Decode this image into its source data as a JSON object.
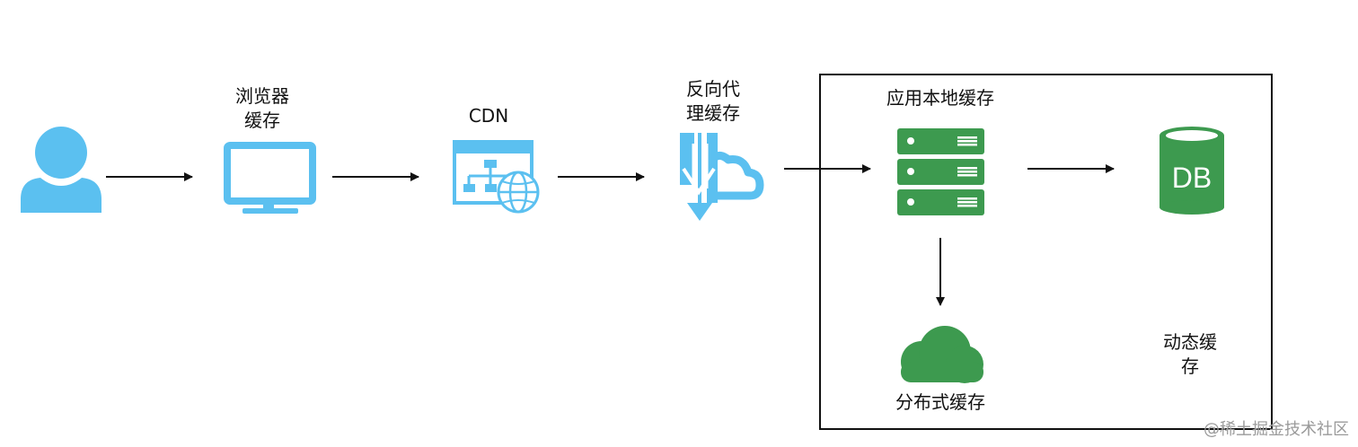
{
  "nodes": {
    "browser_cache": [
      "浏览器",
      "缓存"
    ],
    "cdn": "CDN",
    "reverse_proxy_cache": [
      "反向代",
      "理缓存"
    ],
    "app_local_cache": "应用本地缓存",
    "db": "DB",
    "distributed_cache": "分布式缓存"
  },
  "group_label": [
    "动态缓",
    "存"
  ],
  "watermark": "@稀土掘金技术社区",
  "colors": {
    "blue": "#5bc0f0",
    "green": "#3d9a4f",
    "arrow": "#111111"
  }
}
